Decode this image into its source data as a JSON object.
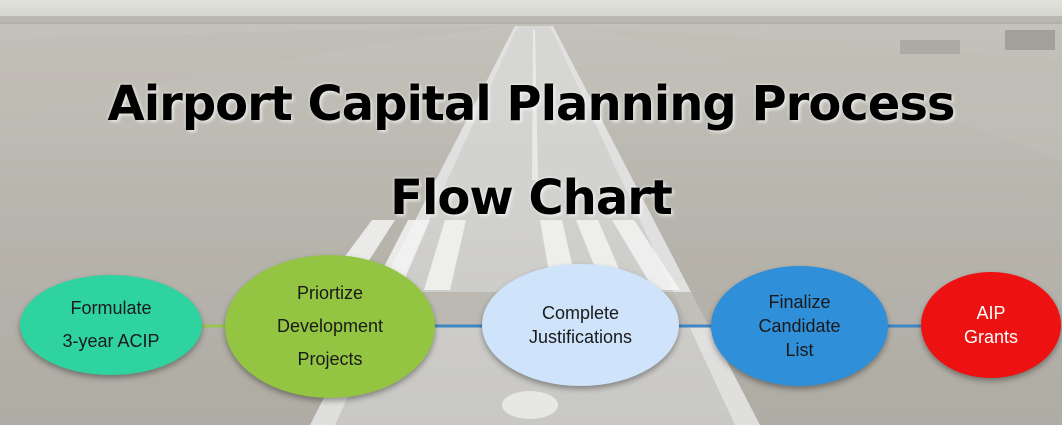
{
  "title": {
    "line1": "Airport Capital Planning Process",
    "line2": "Flow Chart"
  },
  "flow": [
    {
      "label": "Formulate\n3-year ACIP",
      "color": "#2ed3a0",
      "text_color": "#1a1a1a"
    },
    {
      "label": "Priortize\nDevelopment\nProjects",
      "color": "#93c542",
      "text_color": "#1a1a1a"
    },
    {
      "label": "Complete\nJustifications",
      "color": "#cfe4fa",
      "text_color": "#1a1a1a"
    },
    {
      "label": "Finalize\nCandidate\nList",
      "color": "#2f8fd9",
      "text_color": "#1a1a1a"
    },
    {
      "label": "AIP\nGrants",
      "color": "#ee1111",
      "text_color": "#ffffff"
    }
  ],
  "connectors": [
    {
      "from": 0,
      "to": 1,
      "color": "#9cc454"
    },
    {
      "from": 1,
      "to": 2,
      "color": "#3f86c4"
    },
    {
      "from": 2,
      "to": 3,
      "color": "#3f86c4"
    },
    {
      "from": 3,
      "to": 4,
      "color": "#3f86c4"
    }
  ]
}
